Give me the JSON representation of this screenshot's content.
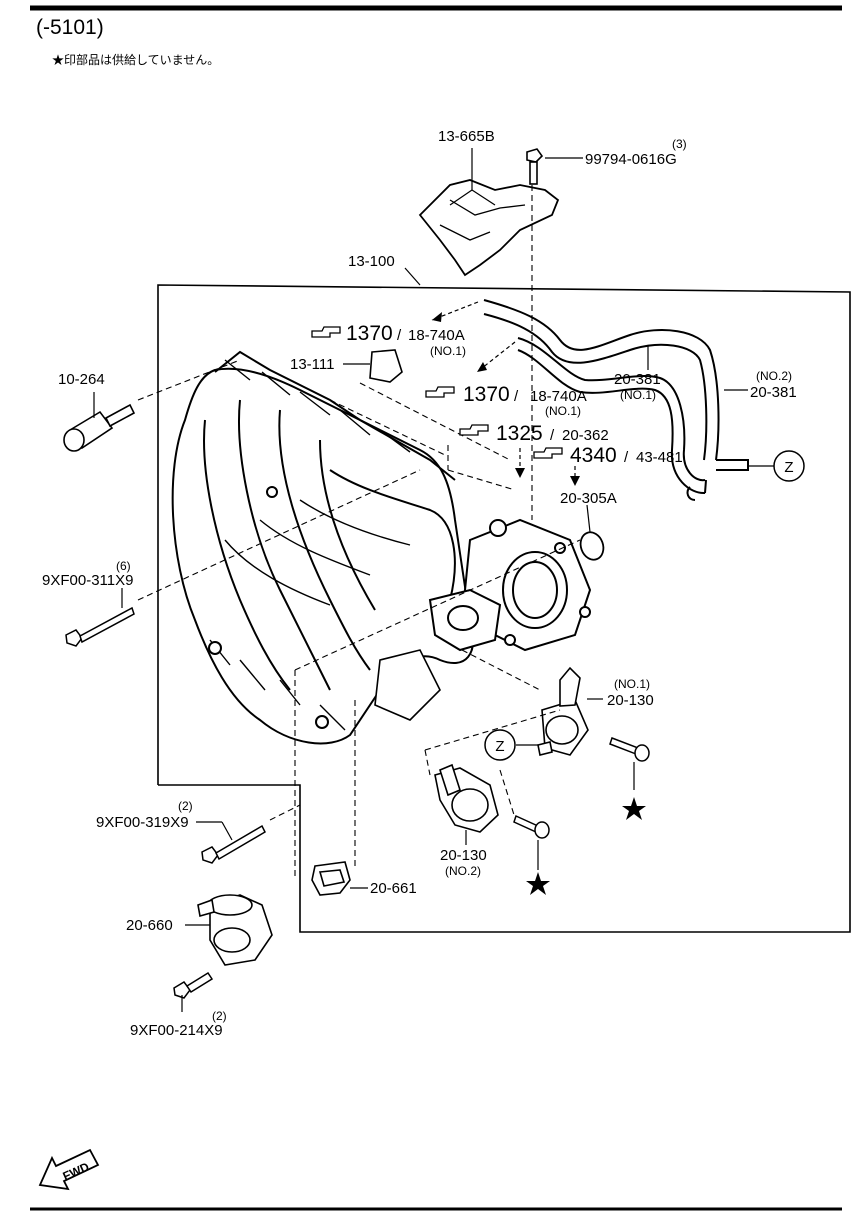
{
  "header": {
    "code": "(-5101)",
    "note": "★印部品は供給していません。"
  },
  "refs": [
    {
      "key": "r1",
      "num": "1370",
      "part": "18-740A",
      "sub": "(NO.1)"
    },
    {
      "key": "r2",
      "num": "1370",
      "part": "18-740A",
      "sub": "(NO.1)"
    },
    {
      "key": "r3",
      "num": "1325",
      "part": "20-362",
      "sub": ""
    },
    {
      "key": "r4",
      "num": "4340",
      "part": "43-481",
      "sub": ""
    }
  ],
  "labels": {
    "p13665B": "13-665B",
    "p99794qty": "(3)",
    "p99794": "99794-0616G",
    "p13100": "13-100",
    "p13111": "13-111",
    "p10264": "10-264",
    "p20381no1": "20-381",
    "p20381no1sub": "(NO.1)",
    "p20381no2sub": "(NO.2)",
    "p20381no2": "20-381",
    "p20305A": "20-305A",
    "p311qty": "(6)",
    "p311": "9XF00-311X9",
    "p20130no1sub": "(NO.1)",
    "p20130no1": "20-130",
    "p20130no2": "20-130",
    "p20130no2sub": "(NO.2)",
    "p319qty": "(2)",
    "p319": "9XF00-319X9",
    "p20661": "20-661",
    "p20660": "20-660",
    "p214qty": "(2)",
    "p214": "9XF00-214X9",
    "zA": "Z",
    "zB": "Z",
    "fwd": "FWD"
  },
  "symbols": {
    "star": "star-icon",
    "reference": "hand-pointer-icon",
    "fwd": "fwd-arrow-icon"
  }
}
